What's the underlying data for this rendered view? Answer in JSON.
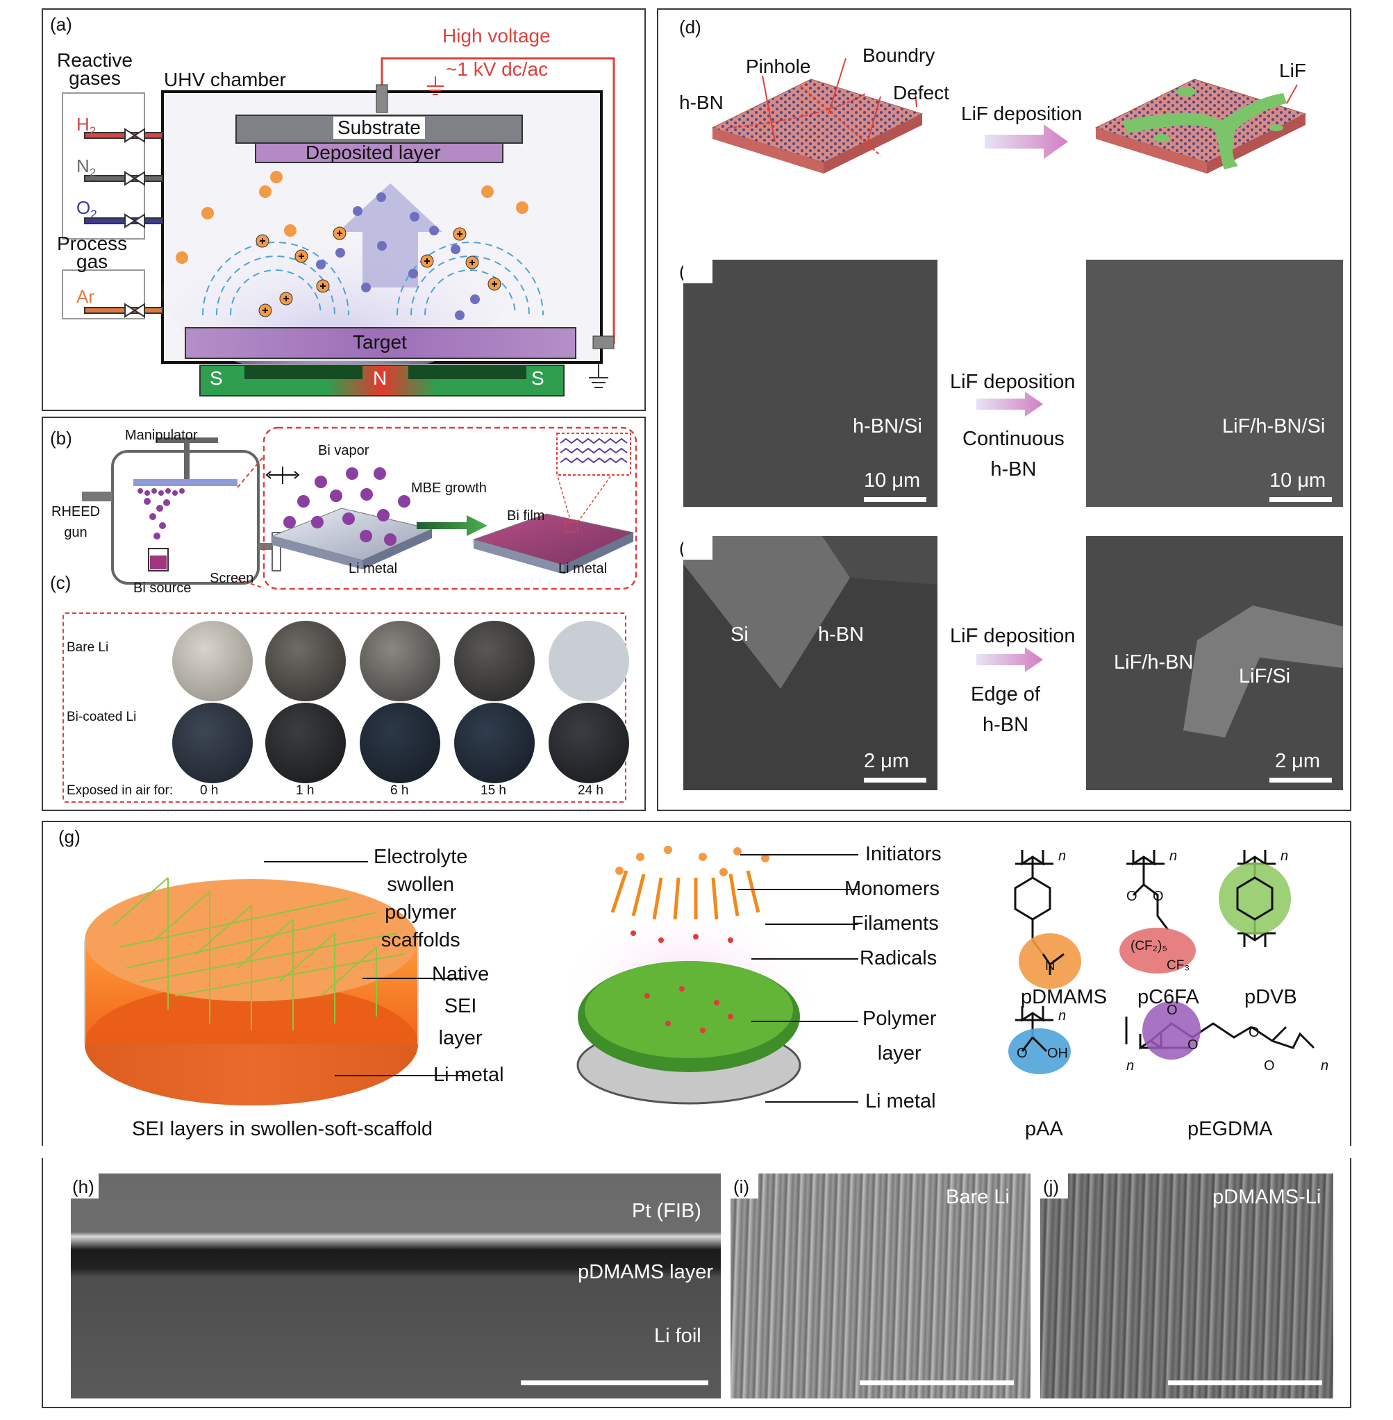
{
  "panel_a": {
    "label": "(a)",
    "reactive_gases": "Reactive\ngases",
    "uhv_chamber": "UHV chamber",
    "high_voltage": "High voltage",
    "voltage_value": "~1 kV dc/ac",
    "gases": {
      "h2": "H",
      "n2": "N",
      "o2": "O",
      "sub": "2"
    },
    "process_gas": "Process\ngas",
    "ar": "Ar",
    "substrate": "Substrate",
    "deposited_layer": "Deposited layer",
    "target": "Target",
    "magnet_s_left": "S",
    "magnet_n": "N",
    "magnet_s_right": "S"
  },
  "panel_b": {
    "label": "(b)",
    "manipulator": "Manipulator",
    "rheed_gun": "RHEED\ngun",
    "bi_source": "Bi source",
    "screen": "Screen",
    "bi_vapor": "Bi vapor",
    "mbe_growth": "MBE growth",
    "bi_film": "Bi film",
    "li_metal_1": "Li metal",
    "li_metal_2": "Li metal"
  },
  "panel_c": {
    "label": "(c)",
    "row1": "Bare Li",
    "row2": "Bi-coated Li",
    "exposed": "Exposed in air for:",
    "times": [
      "0 h",
      "1 h",
      "6 h",
      "15 h",
      "24 h"
    ]
  },
  "panel_d": {
    "label": "(d)",
    "hbn": "h-BN",
    "pinhole": "Pinhole",
    "boundry": "Boundry",
    "defect": "Defect",
    "lif_deposition": "LiF deposition",
    "lif": "LiF"
  },
  "panel_e": {
    "label": "(e)",
    "left_label": "h-BN/Si",
    "left_scale": "10 μm",
    "arrow_top": "LiF deposition",
    "arrow_bottom": "Continuous\nh-BN",
    "right_label": "LiF/h-BN/Si",
    "right_scale": "10 μm"
  },
  "panel_f": {
    "label": "(f)",
    "si": "Si",
    "hbn": "h-BN",
    "left_scale": "2 μm",
    "arrow_top": "LiF deposition",
    "arrow_bottom": "Edge of\nh-BN",
    "lif_hbn": "LiF/h-BN",
    "lif_si": "LiF/Si",
    "right_scale": "2 μm"
  },
  "panel_g": {
    "label": "(g)",
    "scaffold_labels": {
      "electrolyte": "Electrolyte\nswollen\npolymer\nscaffolds",
      "native": "Native\nSEI\nlayer",
      "li_metal": "Li metal"
    },
    "caption": "SEI layers in swollen-soft-scaffold",
    "icvd_labels": {
      "initiators": "Initiators",
      "monomers": "Monomers",
      "filaments": "Filaments",
      "radicals": "Radicals",
      "polymer_layer": "Polymer\nlayer",
      "li_metal": "Li metal"
    },
    "chemicals": [
      "pDMAMS",
      "pC6FA",
      "pDVB",
      "pAA",
      "pEGDMA"
    ],
    "chem_text": {
      "n": "n",
      "o": "O",
      "oh": "OH",
      "n_atom": "N",
      "cf2": "(CF₂)₅",
      "cf3": "CF₃"
    }
  },
  "panel_h": {
    "label": "(h)",
    "pt": "Pt (FIB)",
    "layer": "pDMAMS layer",
    "foil": "Li foil"
  },
  "panel_i": {
    "label": "(i)",
    "title": "Bare Li"
  },
  "panel_j": {
    "label": "(j)",
    "title": "pDMAMS-Li"
  },
  "colors": {
    "red_line": "#e0403a",
    "orange_dot": "#f39a47",
    "blue_dot": "#6f6fc0",
    "magnet_green": "#2f9e4f",
    "magnet_red": "#e03a2e",
    "target_purple": "#a078b8",
    "lif_green": "#7cc46a",
    "hbn_pink": "#e28a8a"
  }
}
